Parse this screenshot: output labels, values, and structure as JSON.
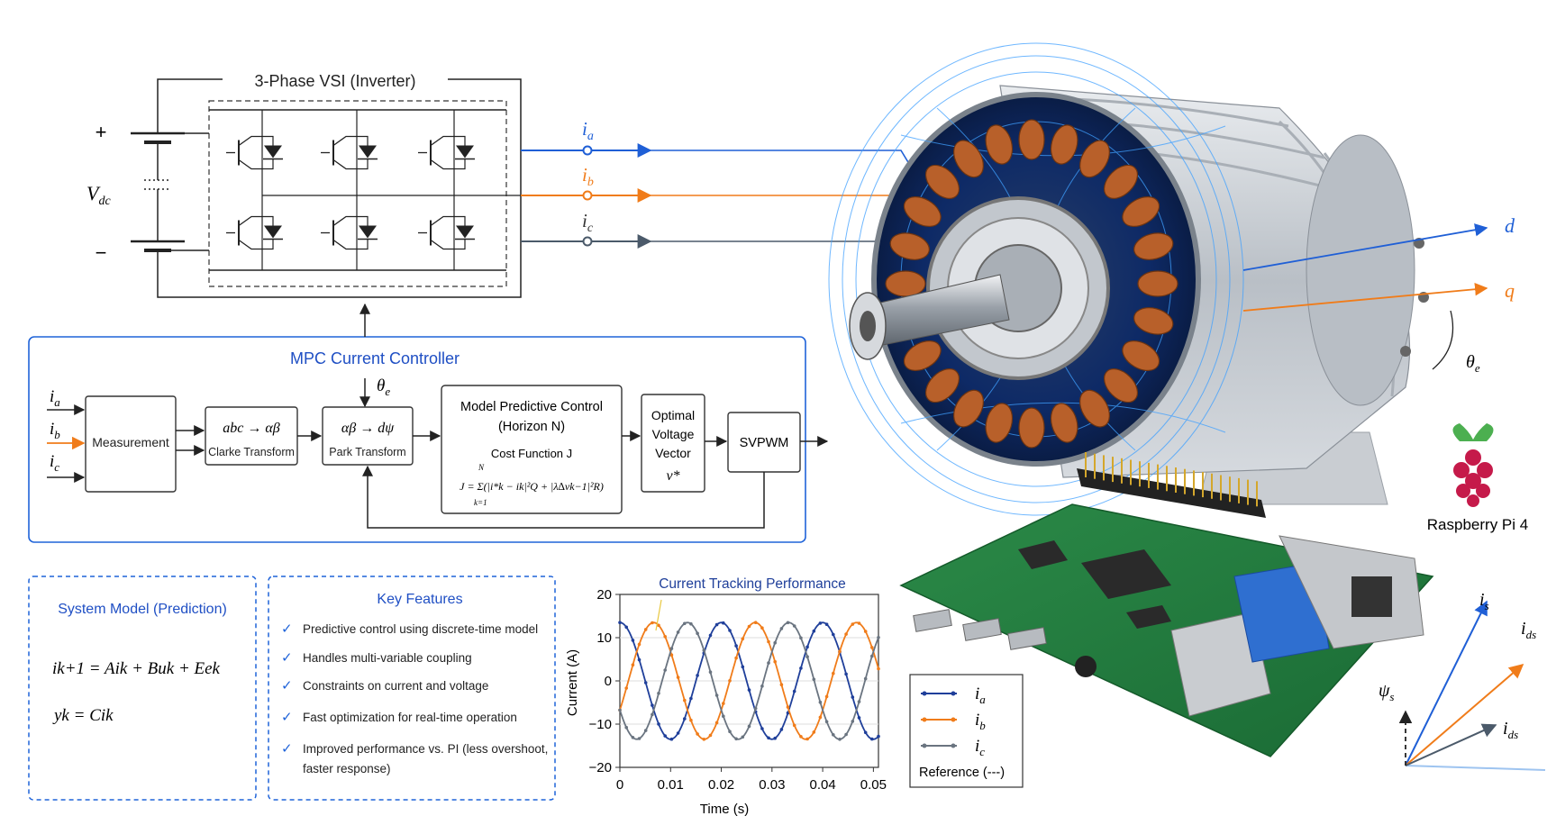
{
  "inverter": {
    "title": "3-Phase VSI (Inverter)",
    "plus": "+",
    "minus": "−",
    "vdc_base": "V",
    "vdc_sub": "dc"
  },
  "phases": [
    {
      "base": "i",
      "sub": "a",
      "color": "#1f5fd6"
    },
    {
      "base": "i",
      "sub": "b",
      "color": "#f07c1a"
    },
    {
      "base": "i",
      "sub": "c",
      "color": "#4b5a6a"
    }
  ],
  "mpc": {
    "title": "MPC Current Controller",
    "theta_base": "θ",
    "theta_sub": "e",
    "measurement": "Measurement",
    "clarke_math": "abc → αβ",
    "clarke_label": "Clarke Transform",
    "park_math": "αβ → dψ",
    "park_label": "Park Transform",
    "mpc_line1": "Model Predictive Control",
    "mpc_line2": "(Horizon N)",
    "cost_label": "Cost Function J",
    "cost_formula": "J = Σ(|i*k − ik|²Q + |λ∆vk−1|²R)",
    "cost_sum_top": "N",
    "cost_sum_bottom": "k=1",
    "opt_line1": "Optimal",
    "opt_line2": "Voltage",
    "opt_line3": "Vector",
    "opt_v": "v*",
    "svpwm": "SVPWM"
  },
  "system_model": {
    "title": "System Model (Prediction)",
    "eq1": "ik+1 = Aik + Buk + Eek",
    "eq2": "yk = Cik"
  },
  "features": {
    "title": "Key Features",
    "check": "✓",
    "items": [
      "Predictive control using discrete-time model",
      "Handles multi-variable coupling",
      "Constraints on current and voltage",
      "Fast optimization for real-time operation",
      "Improved performance vs. PI (less overshoot,",
      "faster response)"
    ]
  },
  "chart_data": {
    "type": "line",
    "title": "Current Tracking Performance",
    "xlabel": "Time (s)",
    "ylabel": "Current (A)",
    "xlim": [
      0,
      0.051
    ],
    "ylim": [
      -20,
      20
    ],
    "xticks": [
      "0",
      "0.01",
      "0.02",
      "0.03",
      "0.04",
      "0.05"
    ],
    "yticks": [
      "20",
      "10",
      "0",
      "−10",
      "−20"
    ],
    "amplitude": 13.5,
    "frequency_hz": 50,
    "series": [
      {
        "name": "ia",
        "base": "i",
        "sub": "a",
        "color": "#1f3f9a",
        "phase_deg": 90
      },
      {
        "name": "ib",
        "base": "i",
        "sub": "b",
        "color": "#f07c1a",
        "phase_deg": -30
      },
      {
        "name": "ic",
        "base": "i",
        "sub": "c",
        "color": "#6a7480",
        "phase_deg": 210
      }
    ],
    "legend_note": "Reference (---)",
    "legend_position": "bottom-right"
  },
  "motor": {
    "d_label": "d",
    "q_label": "q",
    "theta_base": "θ",
    "theta_sub": "e"
  },
  "pi": {
    "label": "Raspberry Pi 4"
  },
  "vectors": {
    "is_base": "i",
    "is_sub": "s",
    "ids1_base": "i",
    "ids1_sub": "ds",
    "ids2_base": "i",
    "ids2_sub": "ds",
    "psi_base": "ψ",
    "psi_sub": "s"
  },
  "colors": {
    "blue": "#1f5fd6",
    "orange": "#f07c1a",
    "gray": "#4b5a6a",
    "copper": "#b8602a",
    "pcb": "#1f7a3d"
  }
}
